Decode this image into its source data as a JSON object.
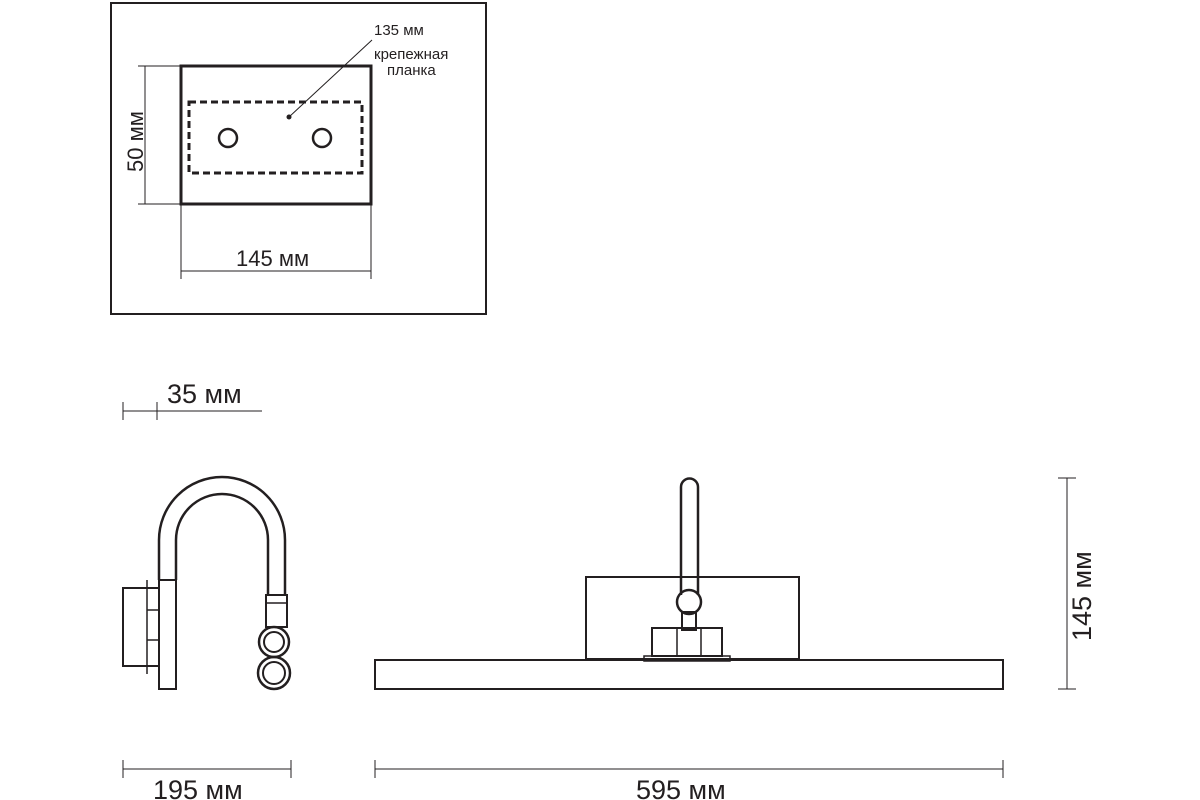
{
  "mount_plate": {
    "bar_label": "135 мм",
    "callout_line1": "крепежная",
    "callout_line2": "планка",
    "height_label": "50 мм",
    "width_label": "145 мм"
  },
  "side_view": {
    "depth_label": "35 мм",
    "reach_label": "195 мм"
  },
  "front_view": {
    "length_label": "595 мм",
    "height_label": "145 мм"
  },
  "colors": {
    "line": "#231f20",
    "background": "#ffffff"
  }
}
